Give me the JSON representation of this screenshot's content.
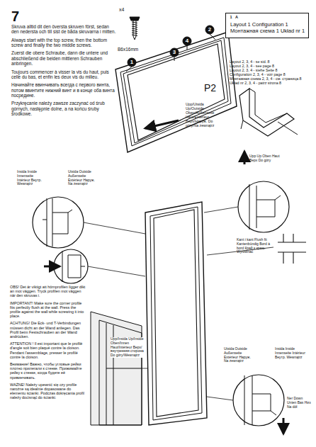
{
  "diagram": {
    "nodes": [
      {
        "text": [
          "Layout 1 Configuration 1 Монтажная схема 1 Układ nr 1"
        ]
      }
    ],
    "labels": [
      "7",
      "Skruva alltid dit den översta skruven först, sedan den nedersta och till sist de båda skruvarna i mitten.",
      "Always start with the top screw, then the bottom screw and finally the two middle screws.",
      "Zuerst die obere Schraube, dann die untere und abschließend die beiden mittleren Schrauben anbringen.",
      "Toujours commencer à visser la vis du haut, puis celle du bas, et enfin les deux vis du milieu.",
      "Начинайте ввинчивать всегда с первого винта, потом ввинтите нижний винт и в конце оба винта посредине.",
      "Przykręcanie należy zawsze zaczynać od śrub górnych, następnie dolne, a na końcu śruby środkowe.",
      "x4",
      "B6x16mm",
      "1",
      "2",
      "3",
      "4",
      "Upp/Utsida Up/Outside Oben/Außenseite Haut/Extérieur Верх/Наруж. Do góry/Na zewnątrz",
      "1",
      "A",
      "Layout 2, 3, 4 - se sid. 8",
      "Layout 2, 3, 4 - see page 8",
      "Layout 2, 3, 4 - siehe Seite 8",
      "Configuration 2, 3, 4 - voir page 8",
      "Монтажная схема 2, 3, 4 - см. страница 8",
      "Układ nr 2, 3, 4 - patrz strona 8",
      "P2",
      "Insida Inside Innenseite Intérieur Внутр. Wewnątrz",
      "Utsida Outside Außenseite Extérieur Наруж. Na zewnątrz",
      "Upp Up Oben Haut Верх Do góry",
      "Kant i kant Flush fit Kantenbündig Bord à bord Край к краю. Wyrównać",
      "OBS! Det är viktigt att hörnprofilen ligger dikt an mot väggen. Tryck profilen mot väggen när den skruvas i.",
      "IMPORTANT! Make sure the corner profile fits perfectly flush at the wall. Press the profile against the wall while screwing it into place.",
      "ACHTUNG! Die Eck- und T-Verbindungen müssen dicht an der Wand anliegen. Das Profil beim Festschrauben an der Wand andrücken.",
      "ATTENTION ! Il est important que le profilé d'angle soit bien plaqué contre la cloison. Pendant l'assemblage, presser le profilé contre la cloison.",
      "Внимание! Важно, чтобы угловые рейки плотно прилегали к стенке. Прижимайте рейку к стенке, когда будете её привинчивать.",
      "WAŻNE! Należy upewnić się czy profile narożne są idealnie dopasowane do elementu ścianki. Podczas dokręcania profil należy docisnąć do ścianki.",
      "Upp/Insida Up/Inside Oben/Innen Haut/Intérieur Верх/внутренняя сторона Do góry/Wewnątrz",
      "Utsida Outside Außenseite Extérieur Наруж. Na zewnątrz",
      "Insida Inside Innenseite Intérieur Внутр. Wewnątrz",
      "Ner Down Unten Bas Низ Na dół"
    ]
  }
}
